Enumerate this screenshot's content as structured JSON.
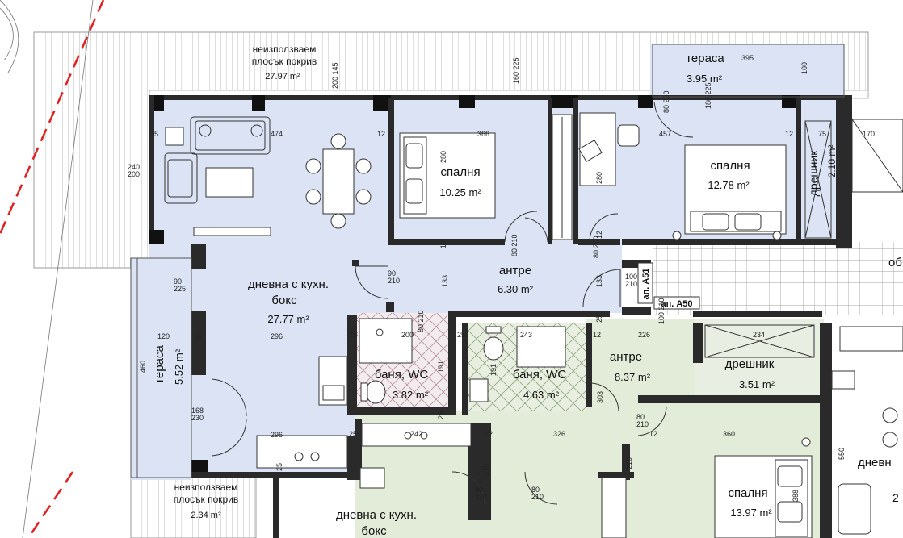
{
  "plan": {
    "rooms": {
      "living_a": {
        "name_line1": "дневна с кухн.",
        "name_line2": "бокс",
        "area": "27.77 m²"
      },
      "bedroom_a": {
        "name": "спалня",
        "area": "10.25 m²"
      },
      "bedroom_b": {
        "name": "спалня",
        "area": "12.78 m²"
      },
      "hall_a": {
        "name": "антре",
        "area": "6.30 m²"
      },
      "bath_a": {
        "name": "баня, WC",
        "area": "3.82 m²"
      },
      "bath_b": {
        "name": "баня, WC",
        "area": "4.63 m²"
      },
      "hall_b": {
        "name": "антре",
        "area": "8.37 m²"
      },
      "closet_a": {
        "name": "дрешник",
        "area": "2.10 m²"
      },
      "closet_b": {
        "name": "дрешник",
        "area": "3.51 m²"
      },
      "terrace_top": {
        "name": "тераса",
        "area": "3.95 m²"
      },
      "terrace_left": {
        "name": "тераса",
        "area": "5.52 m²"
      },
      "roof_top": {
        "line1": "неизползваем",
        "line2": "плосък покрив",
        "area": "27.97 m²"
      },
      "roof_bottom": {
        "line1": "неизползваем",
        "line2": "плосък покрив",
        "area": "2.34 m²"
      },
      "bedroom_c": {
        "name": "спалня",
        "area": "13.97 m²"
      },
      "living_b": {
        "name_line1": "дневна с кухн.",
        "name_line2": "бокс"
      },
      "living_c_partial": {
        "name": "дневн",
        "area": "2"
      },
      "common_partial": {
        "name": "об"
      }
    },
    "apartment_tags": {
      "a51": "ап. А51",
      "a50": "ап. А50"
    },
    "dimensions": {
      "d474": "474",
      "d35": "35",
      "d12a": "12",
      "d366": "366",
      "d457": "457",
      "d12b": "12",
      "d75": "75",
      "d170": "170",
      "d395": "395",
      "d100": "100",
      "d280a": "280",
      "d280b": "280",
      "d240_200": "240\n200",
      "d200_145": "200 145",
      "d160_225": "160 225",
      "d80_230": "80 230",
      "d180_225": "180 225",
      "d133a": "133",
      "d133b": "133",
      "d90_210a": "90\n210",
      "d80_210a": "80 210",
      "d80_210b": "80 210",
      "d12c": "12",
      "d12d": "12",
      "d100_210": "100\n210",
      "d90_225": "90\n225",
      "d120": "120",
      "d35b": "35",
      "d296a": "296",
      "d296b": "296",
      "d460": "460",
      "d168_230": "168\n230",
      "d25a": "25",
      "d200": "200",
      "d25b": "25",
      "d243": "243",
      "d12e": "12",
      "d226": "226",
      "d234": "234",
      "d191a": "191",
      "d191b": "191",
      "d303": "303",
      "d25c": "25",
      "d242": "242",
      "d12f": "12",
      "d326": "326",
      "d12g": "12",
      "d360": "360",
      "d388": "388",
      "d550": "550",
      "d25d": "25",
      "d210a": "210",
      "d210b": "210",
      "d90_210b": "90\n210",
      "d80_210c": "80\n210",
      "d80_210d": "80\n210",
      "d80_210e": "80 210",
      "d100_210b": "100 210",
      "d25e": "25",
      "d25f": "25"
    }
  }
}
